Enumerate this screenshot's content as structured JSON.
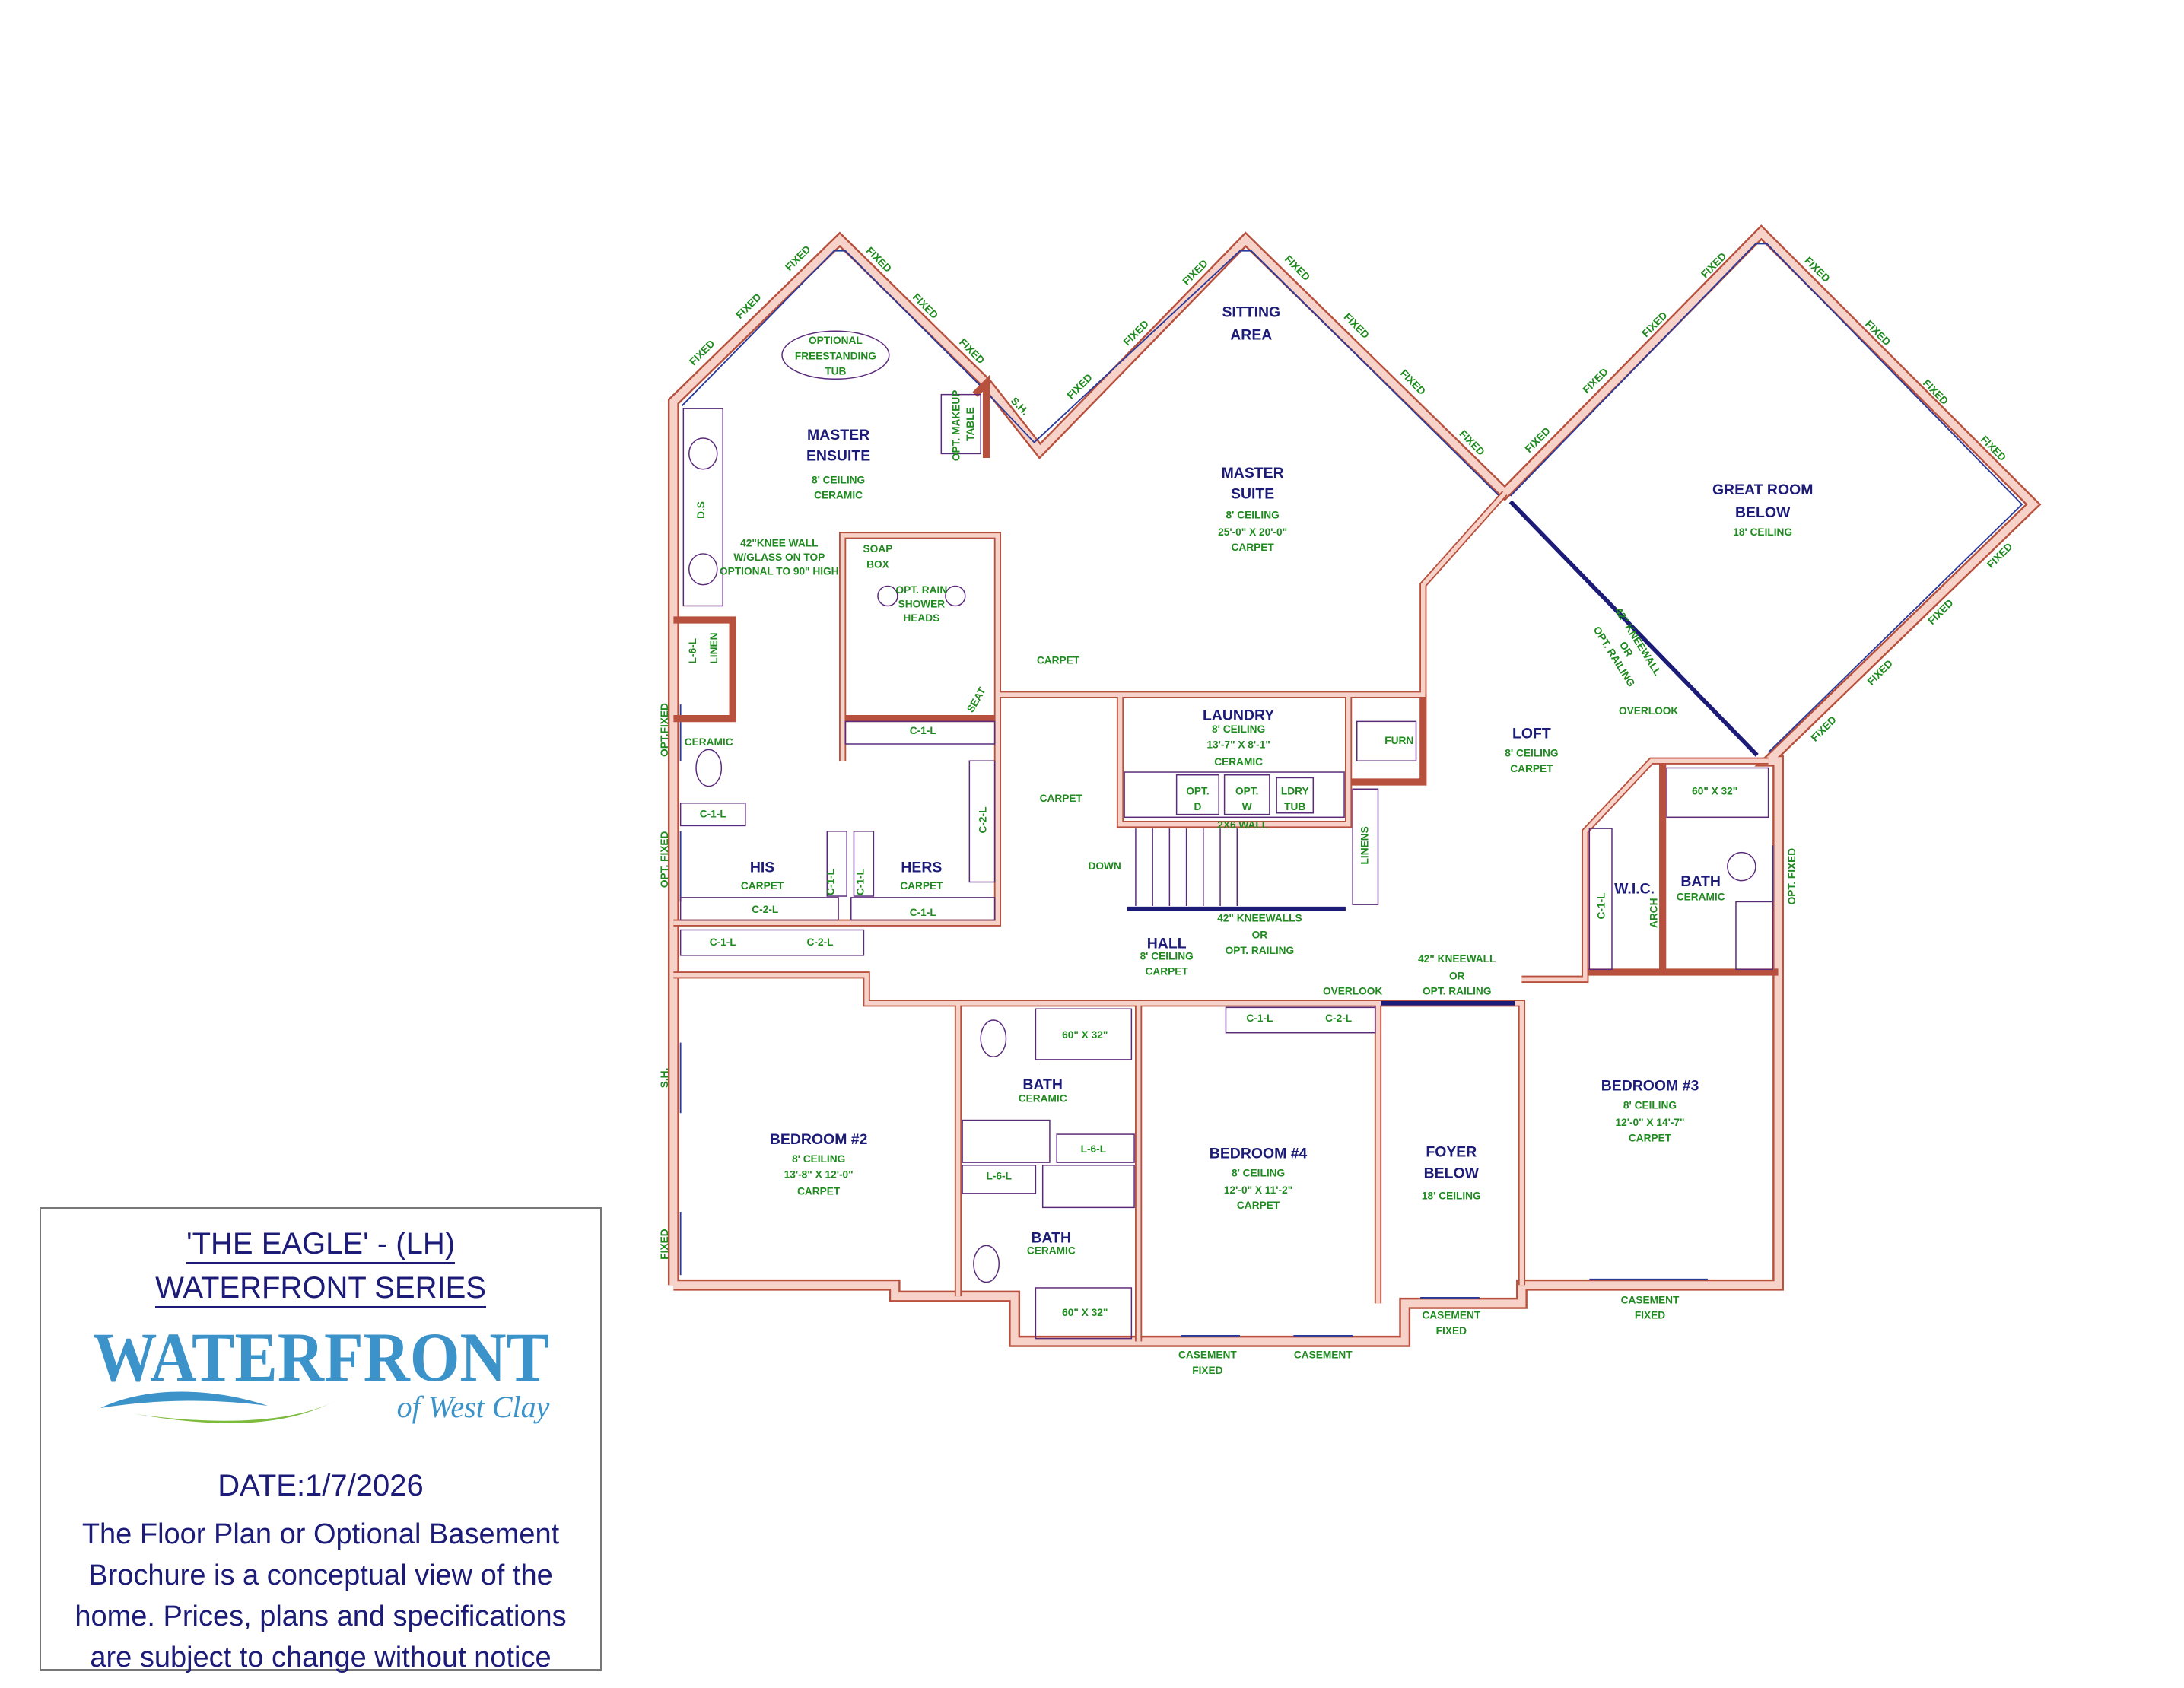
{
  "info": {
    "title": "'THE EAGLE' - (LH)",
    "series": "WATERFRONT SERIES",
    "logo_main": "WATERFRONT",
    "logo_sub": "of West Clay",
    "date": "DATE:1/7/2026",
    "disclaimer": [
      "The Floor Plan or Optional Basement",
      "Brochure is a conceptual view of the",
      "home.  Prices, plans and specifications",
      "are subject to change without notice"
    ]
  },
  "colors": {
    "room_name": "#1c1c78",
    "detail": "#1f8a1f",
    "wall": "#f7d2c8",
    "wall_edge": "#b8503e",
    "logo_blue": "#3b93c9",
    "logo_green": "#7dbb3c"
  },
  "windows": {
    "fixed": "FIXED",
    "sh": "S.H.",
    "opt_fixed": "OPT. FIXED",
    "opt_fixed2": "OPT.FIXED",
    "casement": "CASEMENT"
  },
  "rooms": {
    "master_ensuite": {
      "name1": "MASTER",
      "name2": "ENSUITE",
      "ceiling": "8' CEILING",
      "floor": "CERAMIC"
    },
    "tub": [
      "OPTIONAL",
      "FREESTANDING",
      "TUB"
    ],
    "makeup": [
      "OPT. MAKEUP",
      "TABLE"
    ],
    "ds": "D.S",
    "knee_note": [
      "42\"KNEE WALL",
      "W/GLASS ON TOP",
      "OPTIONAL TO 90\" HIGH"
    ],
    "shower": {
      "soap1": "SOAP",
      "soap2": "BOX",
      "rain": [
        "OPT. RAIN",
        "SHOWER",
        "HEADS"
      ],
      "seat": "SEAT"
    },
    "linen": {
      "l6l": "L-6-L",
      "linen": "LINEN"
    },
    "wc_floor": "CERAMIC",
    "closets": {
      "c1l": "C-1-L",
      "c2l": "C-2-L"
    },
    "his": {
      "name": "HIS",
      "floor": "CARPET"
    },
    "hers": {
      "name": "HERS",
      "floor": "CARPET"
    },
    "sitting": {
      "name1": "SITTING",
      "name2": "AREA"
    },
    "master_suite": {
      "name1": "MASTER",
      "name2": "SUITE",
      "ceiling": "8' CEILING",
      "size": "25'-0\" X 20'-0\"",
      "floor": "CARPET"
    },
    "carpet": "CARPET",
    "laundry": {
      "name": "LAUNDRY",
      "ceiling": "8' CEILING",
      "size": "13'-7\" X 8'-1\"",
      "floor": "CERAMIC",
      "opt": "OPT.",
      "d": "D",
      "w": "W",
      "ldry": "LDRY",
      "tub": "TUB",
      "wall": "2X6 WALL",
      "furn": "FURN"
    },
    "stairs": {
      "down": "DOWN",
      "linens": "LINENS",
      "knee": [
        "42\" KNEEWALLS",
        "OR",
        "OPT. RAILING"
      ]
    },
    "hall": {
      "name": "HALL",
      "ceiling": "8' CEILING",
      "floor": "CARPET"
    },
    "overlook": {
      "label": "OVERLOOK",
      "knee": [
        "42\" KNEEWALL",
        "OR",
        "OPT. RAILING"
      ]
    },
    "loft": {
      "name": "LOFT",
      "ceiling": "8' CEILING",
      "floor": "CARPET"
    },
    "great_room": {
      "name1": "GREAT ROOM",
      "name2": "BELOW",
      "ceiling": "18' CEILING"
    },
    "tub_size": "60\" X 32\"",
    "wic": {
      "name": "W.I.C.",
      "arch": "ARCH"
    },
    "bath": {
      "name": "BATH",
      "floor": "CERAMIC",
      "l6l": "L-6-L"
    },
    "bedroom3": {
      "name": "BEDROOM #3",
      "ceiling": "8' CEILING",
      "size": "12'-0\" X 14'-7\"",
      "floor": "CARPET"
    },
    "bedroom2": {
      "name": "BEDROOM #2",
      "ceiling": "8' CEILING",
      "size": "13'-8\" X 12'-0\"",
      "floor": "CARPET"
    },
    "bedroom4": {
      "name": "BEDROOM #4",
      "ceiling": "8' CEILING",
      "size": "12'-0\" X 11'-2\"",
      "floor": "CARPET"
    },
    "foyer": {
      "name1": "FOYER",
      "name2": "BELOW",
      "ceiling": "18' CEILING"
    }
  }
}
